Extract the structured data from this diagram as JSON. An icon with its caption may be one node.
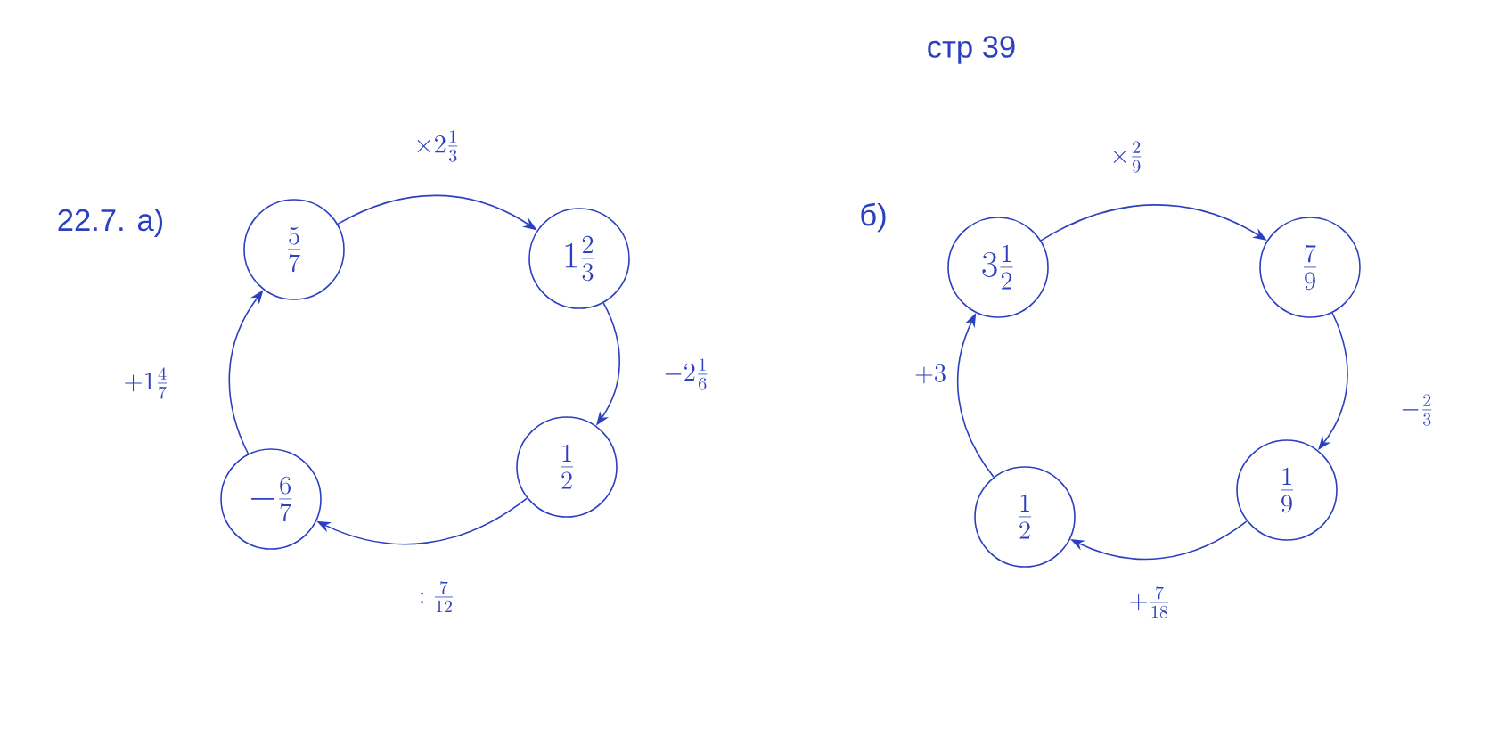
{
  "diagram": {
    "nodes": [
      {
        "text": [
          "\\frac{5}{7}"
        ]
      },
      {
        "text": [
          "1\\frac{2}{3}"
        ]
      },
      {
        "text": [
          "\\frac{1}{2}"
        ]
      },
      {
        "text": [
          "-\\frac{6}{7}"
        ]
      },
      {
        "text": [
          "3\\frac{1}{2}"
        ]
      },
      {
        "text": [
          "\\frac{7}{9}"
        ]
      },
      {
        "text": [
          "\\frac{1}{9}"
        ]
      },
      {
        "text": [
          "\\frac{1}{2}"
        ]
      }
    ],
    "edges": [
      {
        "from": 0,
        "to": 1,
        "arrow": "to",
        "label": "\\times 2\\frac{1}{3}"
      },
      {
        "from": 1,
        "to": 2,
        "arrow": "to",
        "label": "-2\\frac{1}{6}"
      },
      {
        "from": 2,
        "to": 3,
        "arrow": "to",
        "label": ":\\frac{7}{12}"
      },
      {
        "from": 3,
        "to": 0,
        "arrow": "to",
        "label": "+1\\frac{4}{7}"
      },
      {
        "from": 4,
        "to": 5,
        "arrow": "to",
        "label": "\\times\\frac{2}{9}"
      },
      {
        "from": 5,
        "to": 6,
        "arrow": "to",
        "label": "-\\frac{2}{3}"
      },
      {
        "from": 6,
        "to": 7,
        "arrow": "to",
        "label": "+\\frac{7}{18}"
      },
      {
        "from": 7,
        "to": 4,
        "arrow": "to",
        "label": "+3"
      }
    ],
    "labels": [
      "стр 39",
      "22.7. а)",
      "б)"
    ]
  }
}
